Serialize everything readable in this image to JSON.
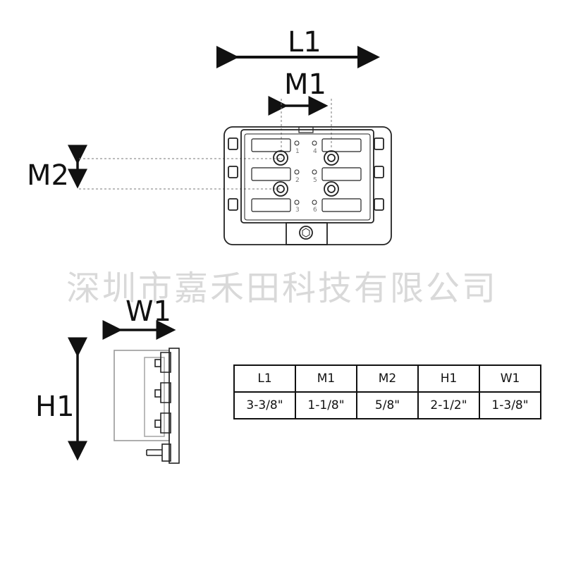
{
  "dimensions": {
    "l1": "L1",
    "m1": "M1",
    "m2": "M2",
    "w1": "W1",
    "h1": "H1"
  },
  "watermark": "深圳市嘉禾田科技有限公司",
  "fuse_slot_numbers": [
    "1",
    "4",
    "2",
    "5",
    "3",
    "6"
  ],
  "spec_table": {
    "headers": [
      "L1",
      "M1",
      "M2",
      "H1",
      "W1"
    ],
    "values": [
      "3-3/8\"",
      "1-1/8\"",
      "5/8\"",
      "2-1/2\"",
      "1-3/8\""
    ]
  }
}
